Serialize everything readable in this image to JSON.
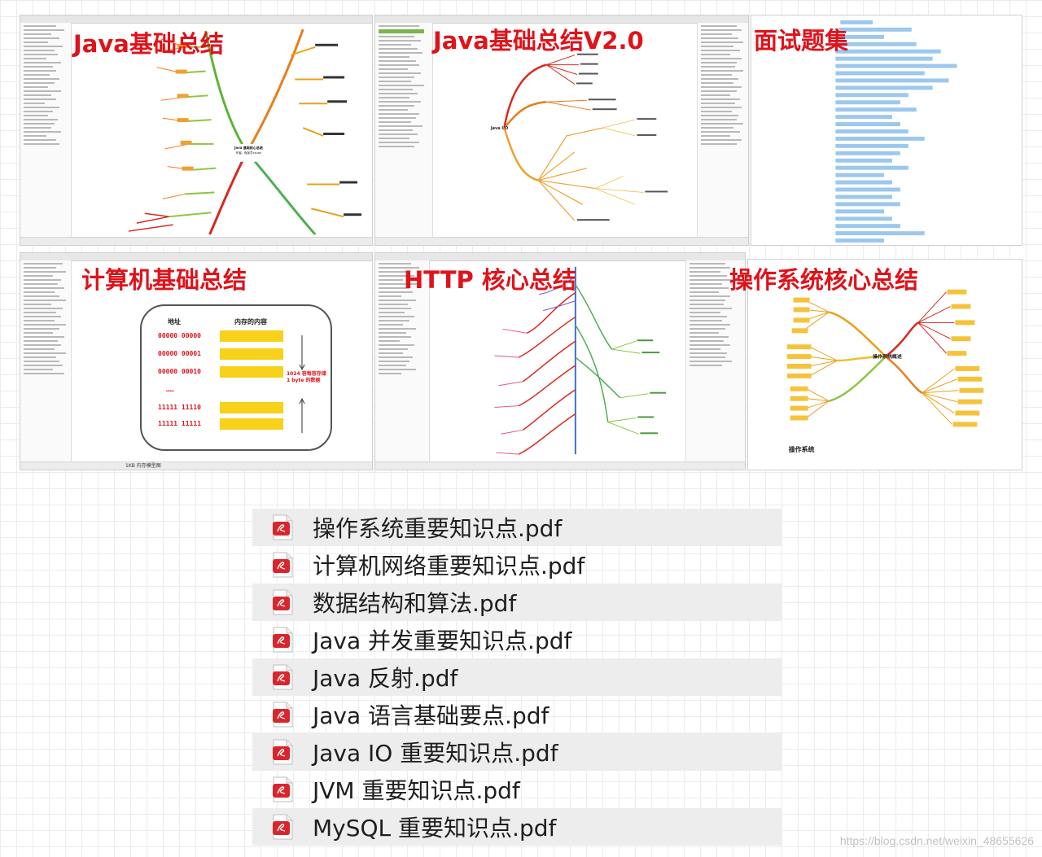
{
  "collage": {
    "tiles": [
      {
        "title": "Java基础总结"
      },
      {
        "title": "Java基础总结V2.0"
      },
      {
        "title": "面试题集"
      },
      {
        "title": "计算机基础总结"
      },
      {
        "title": "HTTP 核心总结"
      },
      {
        "title": "操作系统核心总结"
      }
    ],
    "java_center_node": {
      "line1": "Java 基础核心总结",
      "line2": "作者：程序员cxuan"
    },
    "java_io_label": "Java I/O",
    "memory": {
      "addr_header": "地址",
      "content_header": "内存的内容",
      "addresses": [
        "00000 00000",
        "00000 00001",
        "00000 00010",
        "……",
        "11111 11110",
        "11111 11111"
      ],
      "note_line1": "1024 容每容存储",
      "note_line2": "1 byte 的数据",
      "caption": "1KB 内存模型图"
    },
    "os_label": "操作系统",
    "os_center": "操作系统概述"
  },
  "files": [
    {
      "name": "操作系统重要知识点.pdf",
      "icon": "pdf-file-icon"
    },
    {
      "name": "计算机网络重要知识点.pdf",
      "icon": "pdf-file-icon"
    },
    {
      "name": "数据结构和算法.pdf",
      "icon": "pdf-file-icon"
    },
    {
      "name": "Java 并发重要知识点.pdf",
      "icon": "pdf-file-icon"
    },
    {
      "name": "Java 反射.pdf",
      "icon": "pdf-file-icon"
    },
    {
      "name": "Java 语言基础要点.pdf",
      "icon": "pdf-file-icon"
    },
    {
      "name": "Java IO 重要知识点.pdf",
      "icon": "pdf-file-icon"
    },
    {
      "name": "JVM 重要知识点.pdf",
      "icon": "pdf-file-icon"
    },
    {
      "name": "MySQL 重要知识点.pdf",
      "icon": "pdf-file-icon"
    }
  ],
  "watermark": "https://blog.csdn.net/weixin_48655626",
  "colors": {
    "title_red": "#e0121a",
    "pdf_red": "#d8262c",
    "row_shade": "#ededed"
  }
}
